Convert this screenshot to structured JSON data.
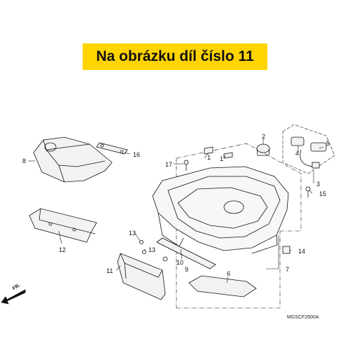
{
  "banner": {
    "text": "Na obrázku díl číslo 11",
    "color": "#ffd400"
  },
  "callouts": [
    "1",
    "1",
    "2",
    "3",
    "4",
    "5",
    "6",
    "7",
    "8",
    "9",
    "10",
    "11",
    "12",
    "13",
    "13",
    "14",
    "15",
    "16",
    "17"
  ],
  "direction_label": "FR.",
  "diagram_code": "MGSCF2600A"
}
